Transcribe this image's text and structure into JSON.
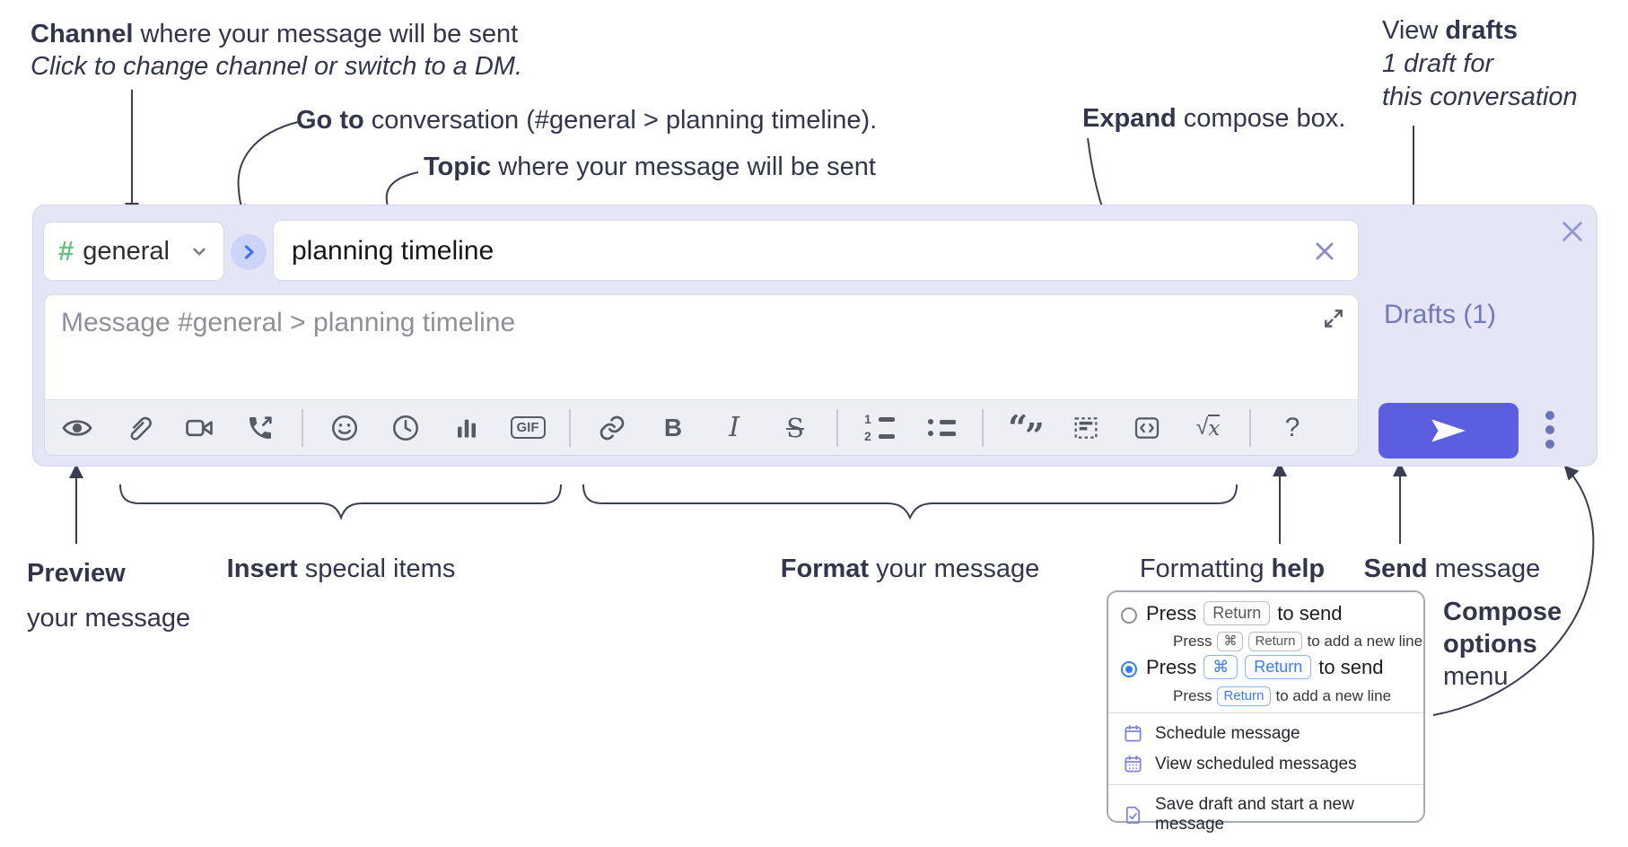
{
  "annotations": {
    "channel": {
      "bold": "Channel",
      "rest": " where your message will be sent",
      "line2": "Click to change channel or switch to a DM."
    },
    "goto": {
      "bold": "Go to",
      "rest": " conversation (#general > planning timeline)."
    },
    "topic": {
      "bold": "Topic",
      "rest": " where your message will be sent"
    },
    "expand": {
      "bold": "Expand",
      "rest": " compose box."
    },
    "view_drafts": {
      "pre": "View ",
      "bold": "drafts",
      "line2": "1 draft for",
      "line3": "this conversation"
    },
    "preview": {
      "bold": "Preview",
      "line2": "your message"
    },
    "insert": {
      "bold": "Insert",
      "rest": " special items"
    },
    "format": {
      "bold": "Format",
      "rest": " your message"
    },
    "formatting_help": {
      "pre": "Formatting ",
      "bold": "help"
    },
    "send": {
      "bold": "Send",
      "rest": " message"
    },
    "compose_options": {
      "line1": "Compose",
      "line2": "options",
      "line3": "menu"
    }
  },
  "compose": {
    "channel_hash": "#",
    "channel_name": "general",
    "topic_value": "planning timeline",
    "message_placeholder": "Message #general > planning timeline",
    "drafts_label": "Drafts (1)"
  },
  "toolbar": {
    "gif_label": "GIF",
    "bold_glyph": "B",
    "italic_glyph": "I",
    "strike_glyph": "S",
    "ol_1": "1",
    "ol_2": "2",
    "quote_open": "“",
    "quote_close": "”",
    "math_sqrt": "√",
    "math_x": "x",
    "help_glyph": "?"
  },
  "menu": {
    "option1": {
      "pre": "Press",
      "kbd": "Return",
      "post": "to send"
    },
    "option1_sub": {
      "pre": "Press",
      "kbd1": "⌘",
      "kbd2": "Return",
      "post": "to add a new line"
    },
    "option2": {
      "pre": "Press",
      "kbd1": "⌘",
      "kbd2": "Return",
      "post": "to send"
    },
    "option2_sub": {
      "pre": "Press",
      "kbd": "Return",
      "post": "to add a new line"
    },
    "schedule": "Schedule message",
    "view_scheduled": "View scheduled messages",
    "save_draft": "Save draft and start a new message"
  },
  "colors": {
    "compose_bg": "#e4e6f5",
    "send_button": "#5b5ee0",
    "drafts_link": "#7477b8",
    "channel_hash": "#67c27f",
    "goto_chevron": "#3f6cf0",
    "selected_radio": "#2f7ff0",
    "kbd_active": "#3b7cf5",
    "menu_icon_purple": "#8184d8",
    "annotation_text": "#32354c"
  }
}
